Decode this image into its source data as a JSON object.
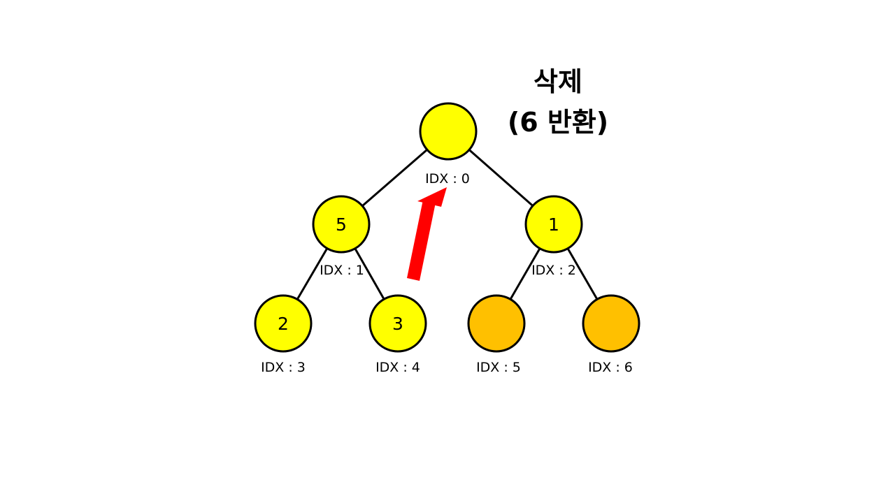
{
  "title": {
    "line1": "삭제",
    "line2": "(6 반환)"
  },
  "colors": {
    "node_active": "#FFFF00",
    "node_removed": "#FFC000",
    "arrow": "#FF0000",
    "stroke": "#000000"
  },
  "nodes": [
    {
      "id": 0,
      "value": "",
      "index_label": "IDX : 0",
      "state": "active"
    },
    {
      "id": 1,
      "value": "5",
      "index_label": "IDX : 1",
      "state": "active"
    },
    {
      "id": 2,
      "value": "1",
      "index_label": "IDX : 2",
      "state": "active"
    },
    {
      "id": 3,
      "value": "2",
      "index_label": "IDX : 3",
      "state": "active"
    },
    {
      "id": 4,
      "value": "3",
      "index_label": "IDX : 4",
      "state": "active"
    },
    {
      "id": 5,
      "value": "",
      "index_label": "IDX : 5",
      "state": "removed"
    },
    {
      "id": 6,
      "value": "",
      "index_label": "IDX : 6",
      "state": "removed"
    }
  ],
  "edges": [
    {
      "from": 0,
      "to": 1
    },
    {
      "from": 0,
      "to": 2
    },
    {
      "from": 1,
      "to": 3
    },
    {
      "from": 1,
      "to": 4
    },
    {
      "from": 2,
      "to": 5
    },
    {
      "from": 2,
      "to": 6
    }
  ],
  "arrow": {
    "from": 4,
    "to": 0
  }
}
